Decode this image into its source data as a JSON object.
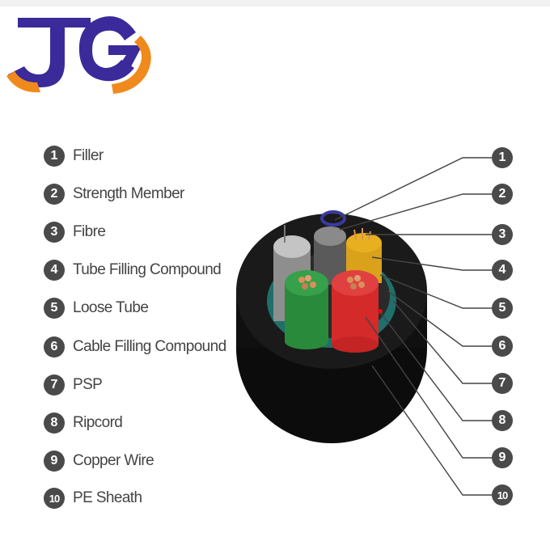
{
  "brand": {
    "logo_text": "JG",
    "colors": {
      "primary": "#3a2a9a",
      "accent": "#f08a1c"
    }
  },
  "legend": [
    {
      "num": "1",
      "label": "Filler"
    },
    {
      "num": "2",
      "label": "Strength Member"
    },
    {
      "num": "3",
      "label": "Fibre"
    },
    {
      "num": "4",
      "label": "Tube Filling Compound"
    },
    {
      "num": "5",
      "label": "Loose Tube"
    },
    {
      "num": "6",
      "label": "Cable Filling Compound"
    },
    {
      "num": "7",
      "label": "PSP"
    },
    {
      "num": "8",
      "label": "Ripcord"
    },
    {
      "num": "9",
      "label": "Copper Wire"
    },
    {
      "num": "10",
      "label": "PE Sheath"
    }
  ],
  "callouts": [
    "1",
    "2",
    "3",
    "4",
    "5",
    "6",
    "7",
    "8",
    "9",
    "10"
  ],
  "colors": {
    "badge": "#4a4a4a",
    "sheath": "#111111",
    "psp": "#1f6f6a",
    "tube_green": "#2a8a3c",
    "tube_red": "#d42a2a",
    "filler_gray": "#9a9a9a",
    "tube_yellow": "#e8b020",
    "copper": "#d9905a"
  }
}
